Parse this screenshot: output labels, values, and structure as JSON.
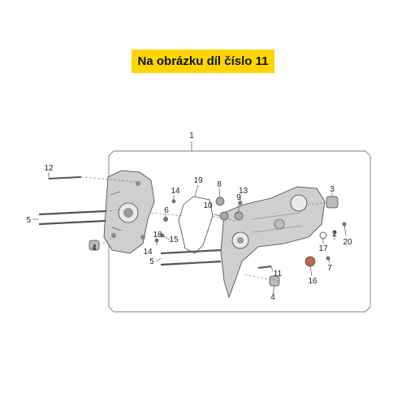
{
  "banner": {
    "text": "Na obrázku díl číslo 11"
  },
  "callouts": {
    "c1": "1",
    "c12": "12",
    "c5a": "5",
    "c4a": "4",
    "c19": "19",
    "c14a": "14",
    "c6": "6",
    "c18": "18",
    "c15": "15",
    "c14b": "14",
    "c5b": "5",
    "c8": "8",
    "c10": "10",
    "c9": "9",
    "c13": "13",
    "c3": "3",
    "c2": "2",
    "c20": "20",
    "c17": "17",
    "c7": "7",
    "c11": "11",
    "c16": "16",
    "c4b": "4"
  },
  "colors": {
    "banner_bg": "#ffd400",
    "line": "#555555",
    "part_fill": "#cfcfcf"
  }
}
